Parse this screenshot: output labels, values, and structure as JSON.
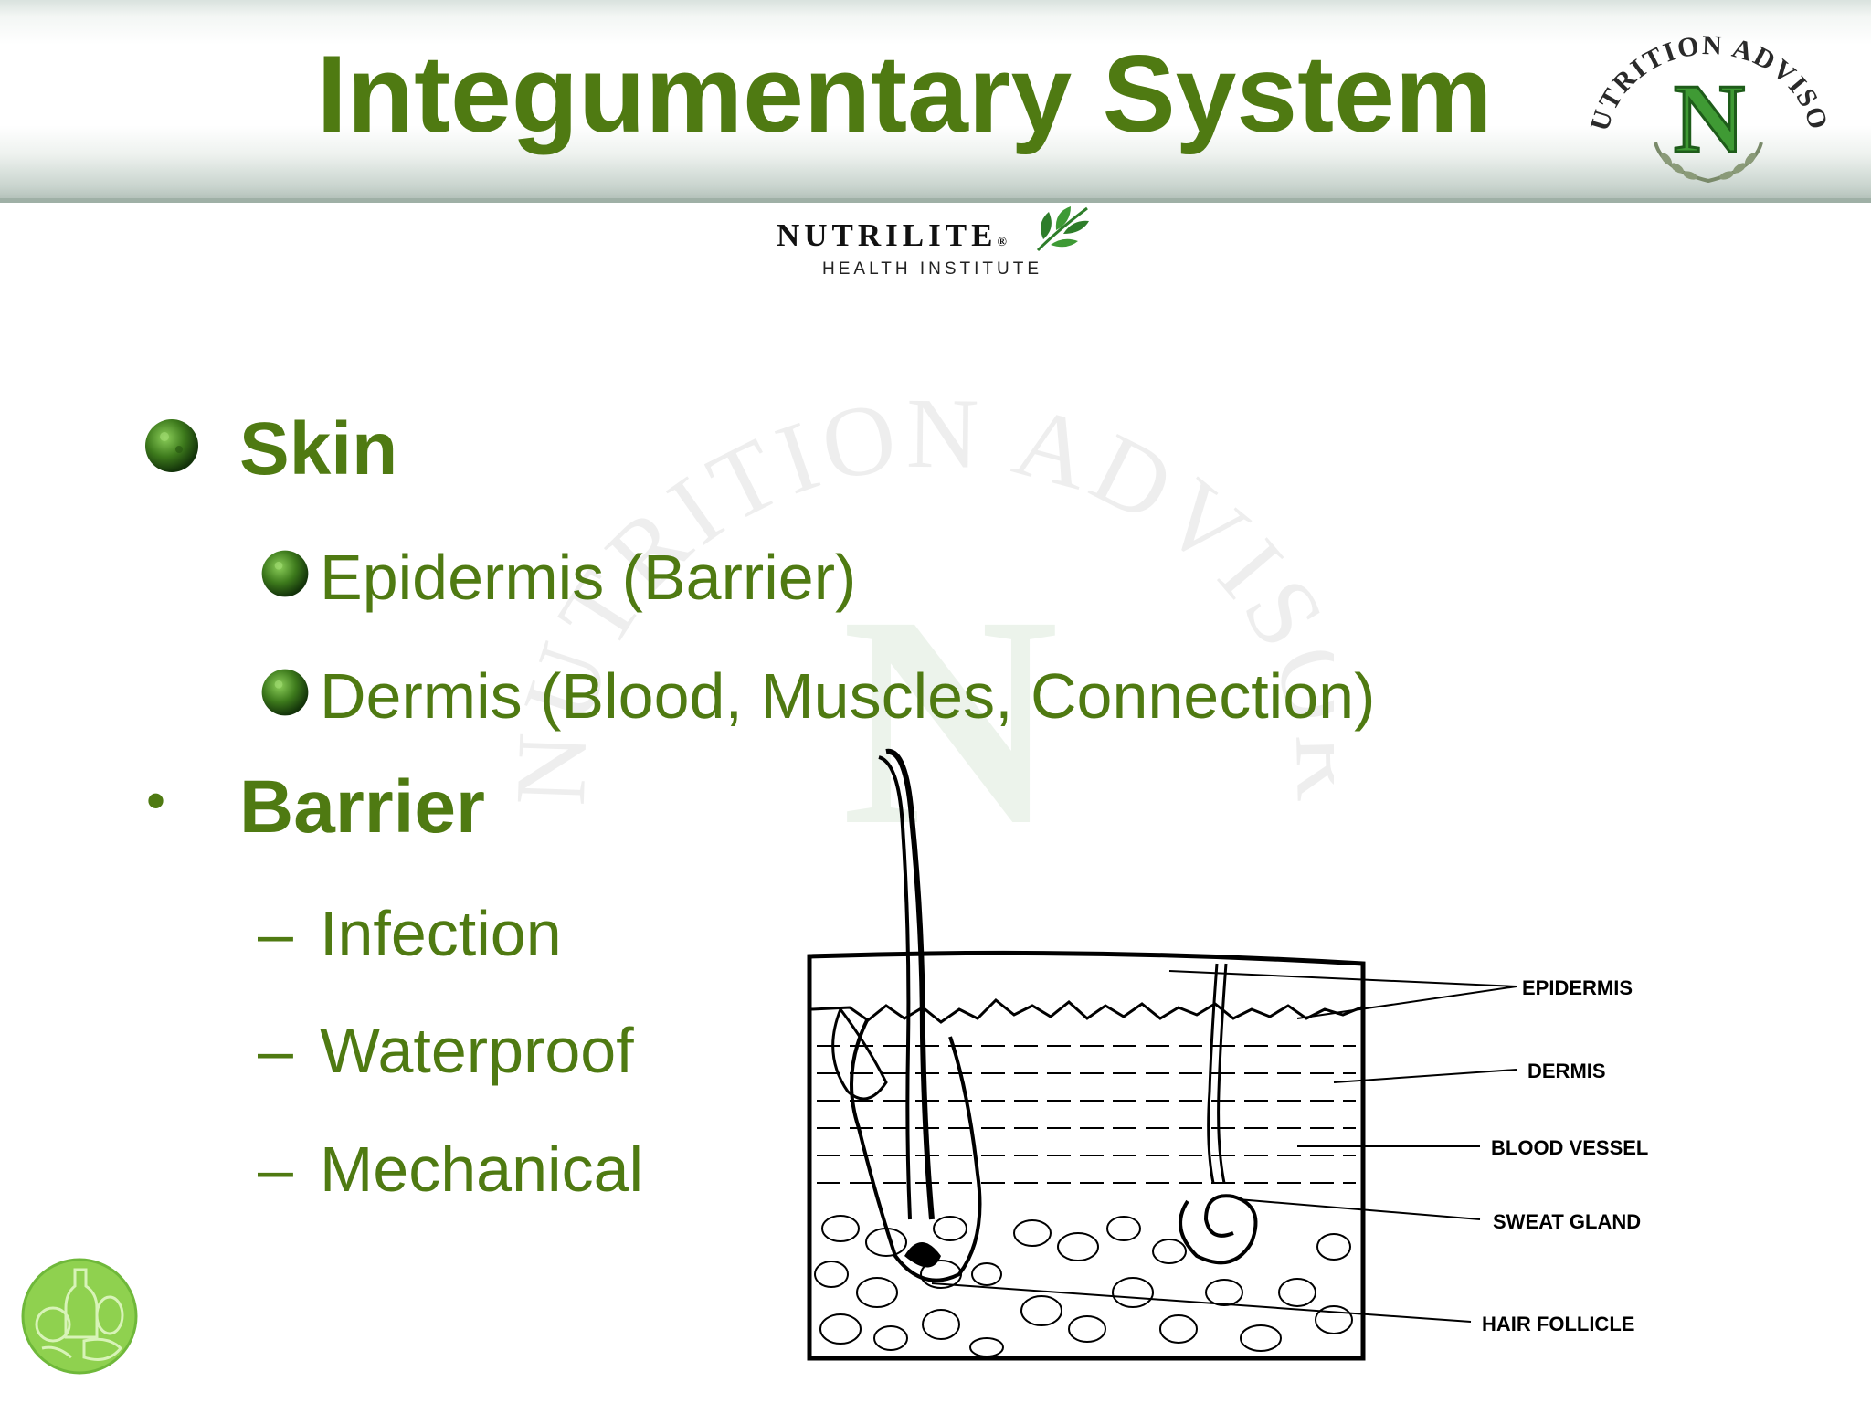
{
  "header": {
    "title": "Integumentary System",
    "seal_text": "NUTRITION ADVISOR",
    "seal_letter": "N"
  },
  "logo": {
    "brand": "NUTRILITE",
    "registered": "®",
    "sub": "HEALTH INSTITUTE"
  },
  "content": {
    "skin": {
      "label": "Skin",
      "items": [
        "Epidermis (Barrier)",
        "Dermis (Blood, Muscles, Connection)"
      ]
    },
    "barrier": {
      "bullet": "•",
      "label": "Barrier",
      "dash": "–",
      "items": [
        "Infection",
        "Waterproof",
        "Mechanical"
      ]
    }
  },
  "diagram": {
    "labels": [
      "EPIDERMIS",
      "DERMIS",
      "BLOOD VESSEL",
      "SWEAT GLAND",
      "HAIR FOLLICLE"
    ]
  },
  "colors": {
    "title_green": "#4f7a12",
    "bullet_green": "#3d7a1c",
    "seal_green": "#2f7d2c"
  },
  "icons": {
    "bullet": "green-ball-bullet-icon",
    "leaf": "leaf-icon",
    "food": "food-circle-icon"
  }
}
